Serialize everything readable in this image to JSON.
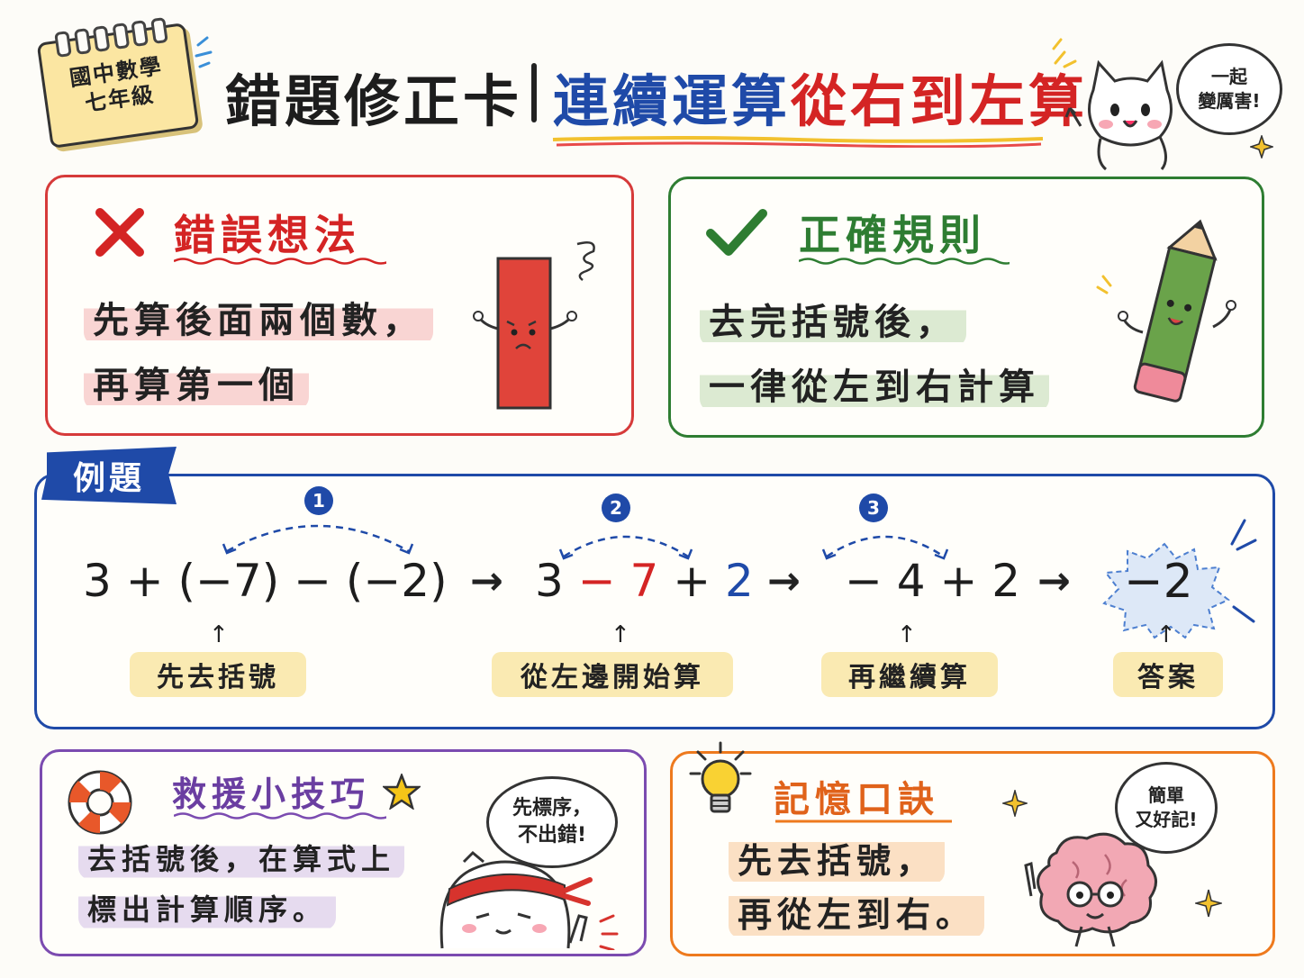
{
  "grade": {
    "line1": "國中數學",
    "line2": "七年級"
  },
  "title": {
    "main": "錯題修正卡",
    "sub_blue": "連續運算",
    "sub_red": "從右到左算"
  },
  "mascot_speech": {
    "line1": "一起",
    "line2": "變厲害!"
  },
  "wrong": {
    "heading": "錯誤想法",
    "lines": [
      "先算後面兩個數，",
      "再算第一個"
    ]
  },
  "right": {
    "heading": "正確規則",
    "lines": [
      "去完括號後，",
      "一律從左到右計算"
    ]
  },
  "example": {
    "label": "例題",
    "steps": [
      "1",
      "2",
      "3"
    ],
    "expr1": "3 + (−7) − (−2)",
    "expr2": {
      "a": "3",
      "b": "− 7",
      "c": "+",
      "d": "2"
    },
    "expr3": "− 4 + 2",
    "answer": "−2",
    "arrow": "→",
    "up": "↑",
    "hints": [
      "先去括號",
      "從左邊開始算",
      "再繼續算",
      "答案"
    ]
  },
  "tip": {
    "heading": "救援小技巧",
    "lines": [
      "去括號後，在算式上",
      "標出計算順序。"
    ],
    "speech": [
      "先標序，",
      "不出錯!"
    ]
  },
  "memo": {
    "heading": "記憶口訣",
    "lines": [
      "先去括號，",
      "再從左到右。"
    ],
    "speech": [
      "簡單",
      "又好記!"
    ]
  },
  "colors": {
    "wrong": "#d63a3a",
    "right": "#2e7d32",
    "example": "#1f4aa8",
    "tip": "#7b4bb0",
    "memo": "#ee7a1e",
    "hint_bg": "#faeab2"
  }
}
